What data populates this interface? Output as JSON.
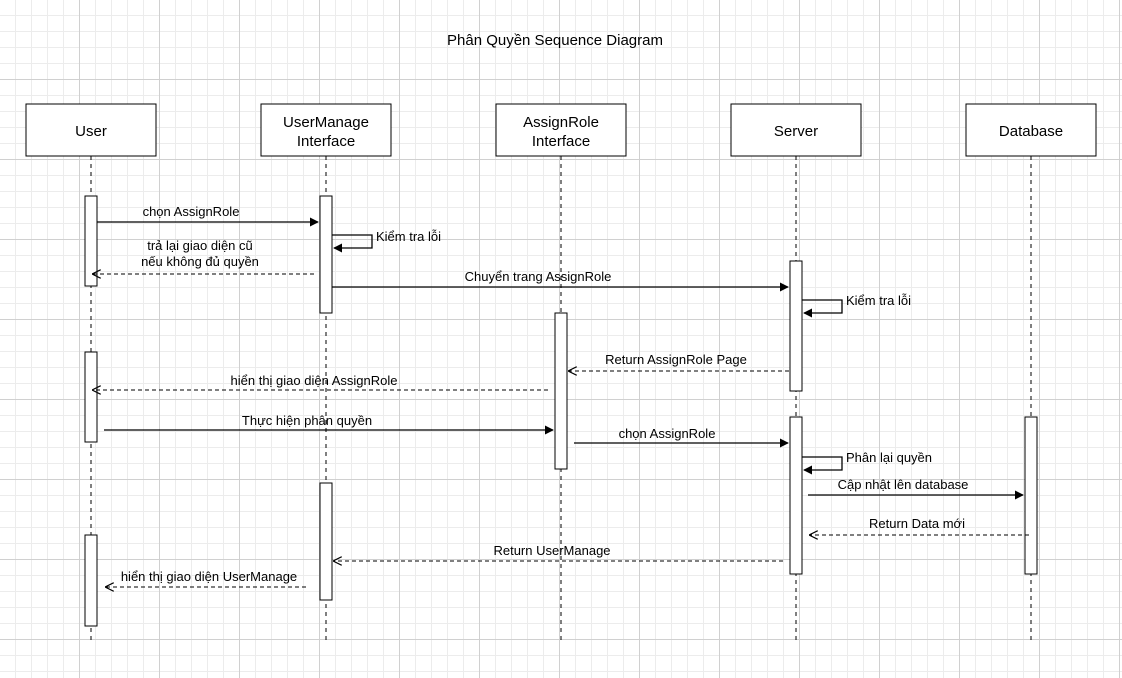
{
  "title": "Phân Quyền Sequence Diagram",
  "participants": [
    {
      "id": "user",
      "lines": [
        "User"
      ]
    },
    {
      "id": "usermanage",
      "lines": [
        "UserManage",
        "Interface"
      ]
    },
    {
      "id": "assignrole",
      "lines": [
        "AssignRole",
        "Interface"
      ]
    },
    {
      "id": "server",
      "lines": [
        "Server"
      ]
    },
    {
      "id": "database",
      "lines": [
        "Database"
      ]
    }
  ],
  "messages": [
    {
      "from": "user",
      "to": "usermanage",
      "type": "sync",
      "lines": [
        "chọn AssignRole"
      ]
    },
    {
      "from": "usermanage",
      "to": "usermanage",
      "type": "self",
      "lines": [
        "Kiểm tra lỗi"
      ]
    },
    {
      "from": "usermanage",
      "to": "user",
      "type": "reply",
      "lines": [
        "trả lại giao diện cũ",
        "nếu không đủ quyền"
      ]
    },
    {
      "from": "usermanage",
      "to": "server",
      "type": "sync",
      "lines": [
        "Chuyển trang AssignRole"
      ]
    },
    {
      "from": "server",
      "to": "server",
      "type": "self",
      "lines": [
        "Kiểm tra lỗi"
      ]
    },
    {
      "from": "server",
      "to": "assignrole",
      "type": "reply",
      "lines": [
        "Return AssignRole Page"
      ]
    },
    {
      "from": "assignrole",
      "to": "user",
      "type": "reply",
      "lines": [
        "hiển thị giao diện AssignRole"
      ]
    },
    {
      "from": "user",
      "to": "assignrole",
      "type": "sync",
      "lines": [
        "Thực hiện phân quyền"
      ]
    },
    {
      "from": "assignrole",
      "to": "server",
      "type": "sync",
      "lines": [
        "chọn AssignRole"
      ]
    },
    {
      "from": "server",
      "to": "server",
      "type": "self",
      "lines": [
        "Phân lại quyền"
      ]
    },
    {
      "from": "server",
      "to": "database",
      "type": "sync",
      "lines": [
        "Cập nhật lên database"
      ]
    },
    {
      "from": "database",
      "to": "server",
      "type": "reply",
      "lines": [
        "Return Data mới"
      ]
    },
    {
      "from": "server",
      "to": "usermanage",
      "type": "reply",
      "lines": [
        "Return UserManage"
      ]
    },
    {
      "from": "usermanage",
      "to": "user",
      "type": "reply",
      "lines": [
        "hiển thị giao diện UserManage"
      ]
    }
  ]
}
